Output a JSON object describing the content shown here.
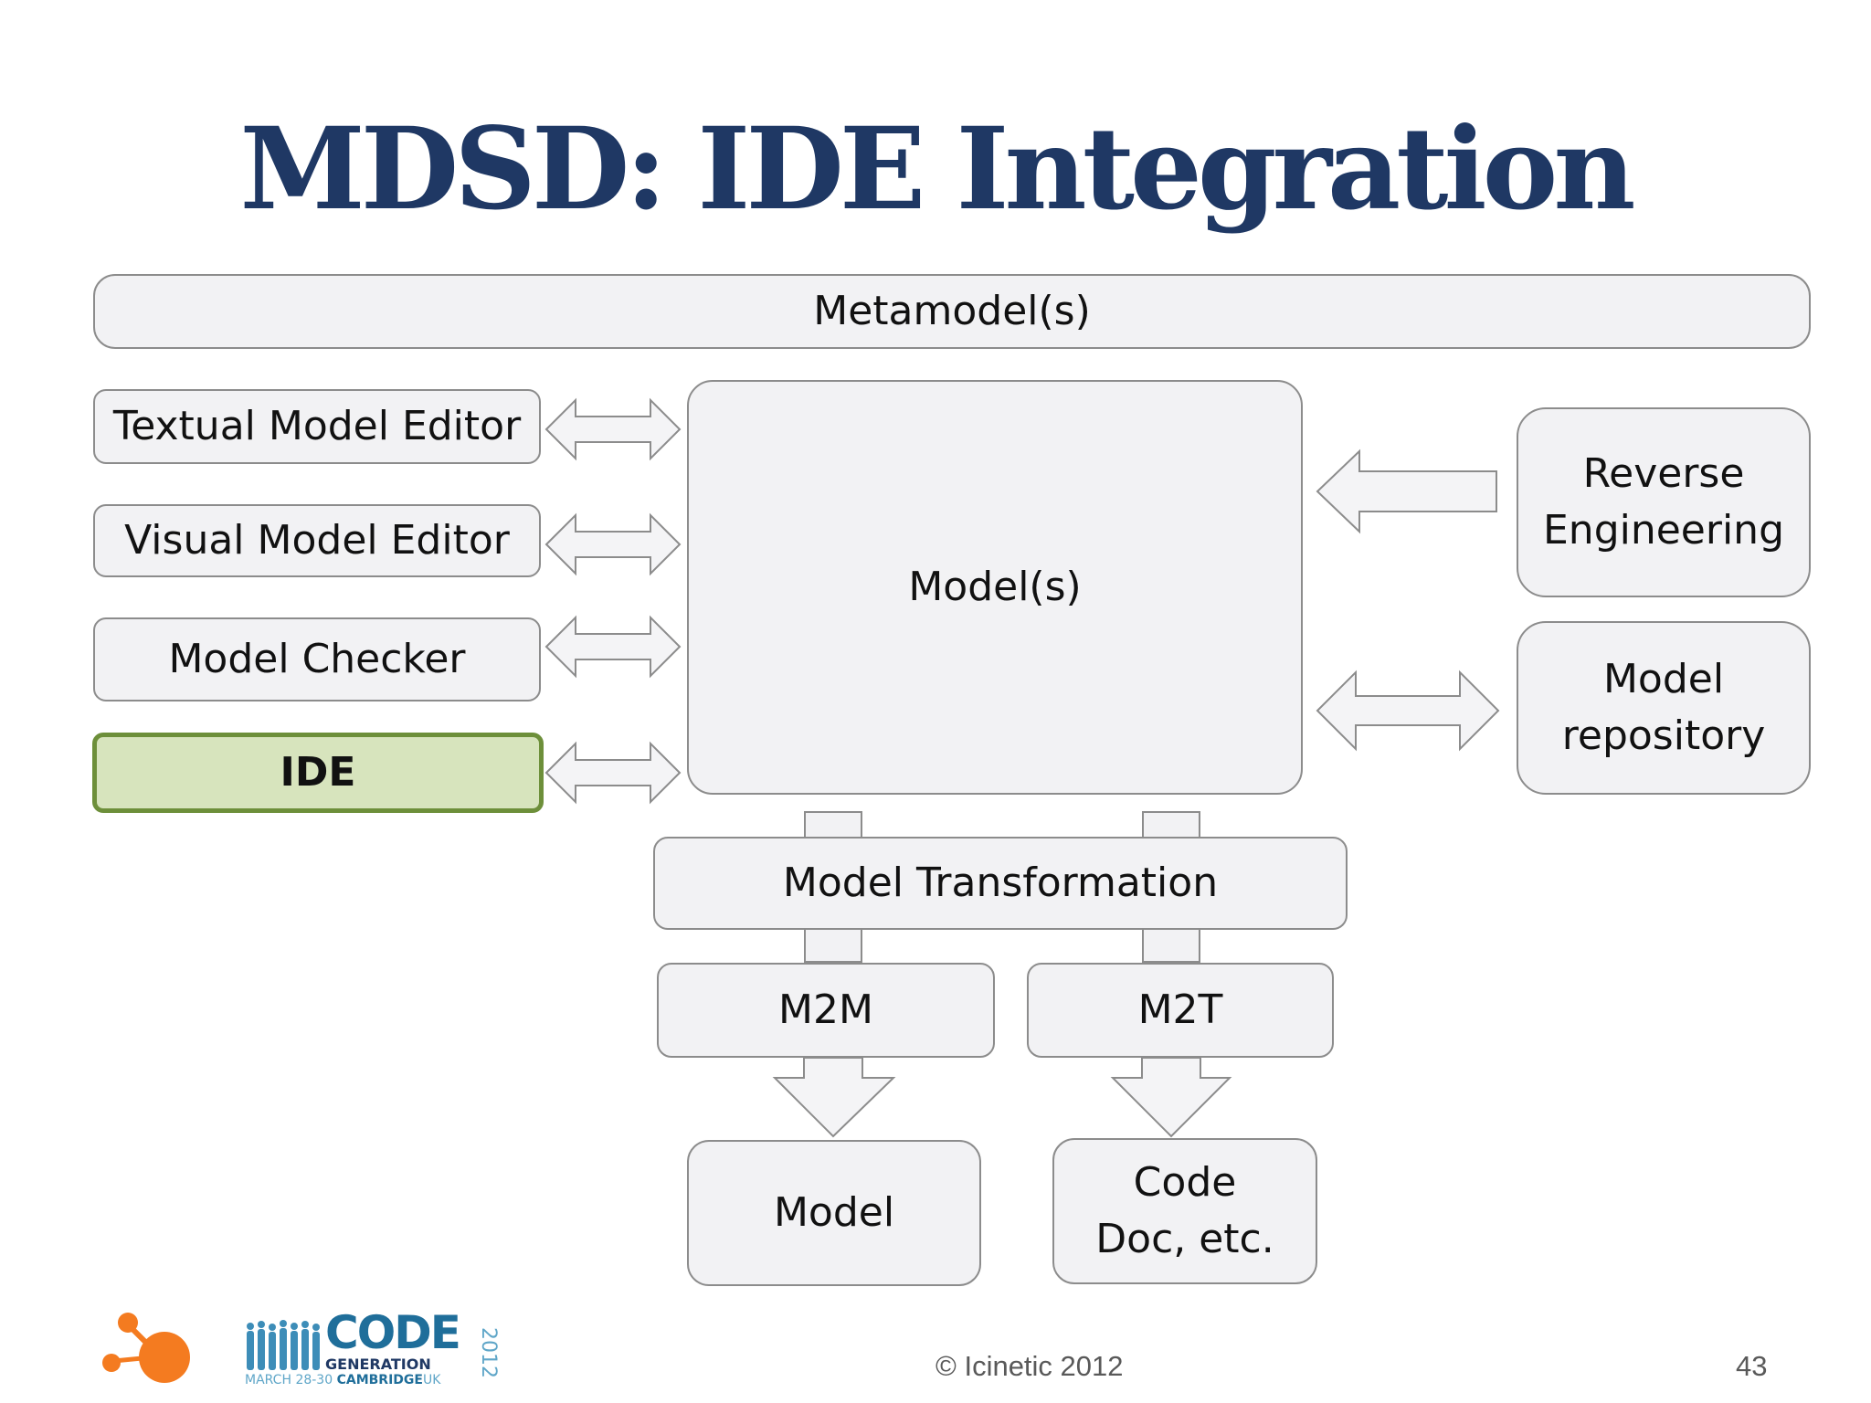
{
  "slide": {
    "title": "MDSD: IDE Integration",
    "metamodel_label": "Metamodel(s)",
    "left_boxes": {
      "textual": "Textual Model Editor",
      "visual": "Visual Model Editor",
      "checker": "Model Checker",
      "ide": "IDE"
    },
    "models_label": "Model(s)",
    "right_boxes": {
      "reverse": "Reverse\nEngineering",
      "repository": "Model\nrepository"
    },
    "transformation_label": "Model Transformation",
    "m2m_label": "M2M",
    "m2t_label": "M2T",
    "model_output_label": "Model",
    "code_output_label": "Code\nDoc, etc."
  },
  "footer": {
    "copyright": "© Icinetic 2012",
    "page_number": "43",
    "event_logo": {
      "word": "CODE",
      "sub": "GENERATION",
      "dates": "MARCH 28-30",
      "city": "CAMBRIDGE",
      "country": "UK",
      "year": "2012"
    }
  },
  "colors": {
    "title": "#1f3864",
    "box_fill": "#f2f2f4",
    "box_border": "#8c8c8c",
    "ide_fill": "#d7e4bd",
    "ide_border": "#6d8f3a",
    "logo_orange": "#f47b20",
    "event_blue": "#1f6e9a"
  }
}
